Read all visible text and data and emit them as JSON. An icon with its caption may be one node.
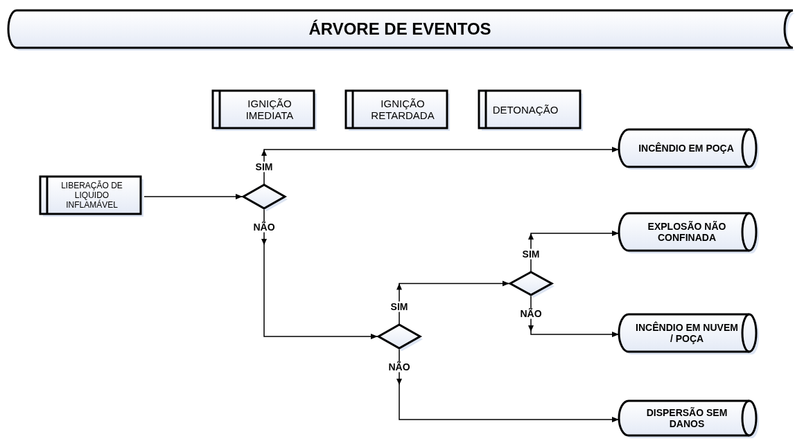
{
  "diagram": {
    "nodes": [
      {
        "text": [
          "ÁRVORE DE EVENTOS"
        ]
      },
      {
        "text": [
          "IGNIÇÃO IMEDIATA"
        ]
      },
      {
        "text": [
          "IGNIÇÃO RETARDADA"
        ]
      },
      {
        "text": [
          "DETONAÇÃO"
        ]
      },
      {
        "text": [
          "LIBERAÇÃO DE LIQUIDO INFLAMÁVEL"
        ]
      },
      {
        "text": [],
        "shape": "diamond"
      },
      {
        "text": [
          "INCÊNDIO EM POÇA"
        ]
      },
      {
        "text": [],
        "shape": "diamond"
      },
      {
        "text": [],
        "shape": "diamond"
      },
      {
        "text": [
          "EXPLOSÃO NÃO CONFINADA"
        ]
      },
      {
        "text": [
          "INCÊNDIO EM NUVEM / POÇA"
        ]
      },
      {
        "text": [
          "DISPERSÃO SEM DANOS"
        ]
      }
    ],
    "edges": [
      {
        "from": 4,
        "to": 5,
        "arrow": "to"
      },
      {
        "from": 5,
        "to": 6,
        "arrow": "to",
        "label": "SIM"
      },
      {
        "from": 5,
        "to": 7,
        "arrow": "to",
        "label": "NÃO"
      },
      {
        "from": 7,
        "to": 8,
        "arrow": "to",
        "label": "SIM"
      },
      {
        "from": 8,
        "to": 9,
        "arrow": "to",
        "label": "SIM"
      },
      {
        "from": 8,
        "to": 10,
        "arrow": "to",
        "label": "NÃO"
      },
      {
        "from": 7,
        "to": 11,
        "arrow": "to",
        "label": "NÃO"
      }
    ]
  }
}
